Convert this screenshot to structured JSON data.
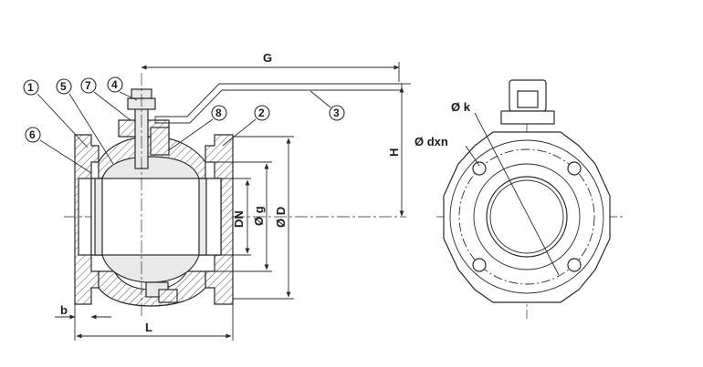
{
  "dimensions": {
    "G": "G",
    "H": "H",
    "L": "L",
    "b": "b",
    "DN": "DN",
    "g": "Ø g",
    "D": "Ø D",
    "k": "Ø k",
    "dxn": "Ø dxn"
  },
  "callouts": [
    "1",
    "5",
    "7",
    "4",
    "6",
    "8",
    "2",
    "3"
  ]
}
